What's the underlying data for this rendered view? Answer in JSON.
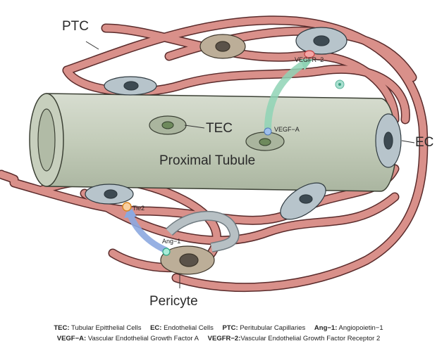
{
  "labels": {
    "ptc": "PTC",
    "tec": "TEC",
    "ec": "EC",
    "proximal_tubule": "Proximal Tubule",
    "pericyte": "Pericyte",
    "vegfr2": "VEGFR−2",
    "vegfa": "VEGF−A",
    "tie2": "Tie2",
    "ang1": "Ang−1"
  },
  "legend": {
    "line1": [
      {
        "abbr": "TEC:",
        "text": "Tubular Epitthelial Cells"
      },
      {
        "abbr": "EC:",
        "text": "Endothelial Cells"
      },
      {
        "abbr": "PTC:",
        "text": "Peritubular Capillaries"
      },
      {
        "abbr": "Ang−1:",
        "text": "Angiopoietin−1"
      }
    ],
    "line2": [
      {
        "abbr": "VEGF−A:",
        "text": "Vascular Endothelial Growth Factor A"
      },
      {
        "abbr": "VEGFR−2:",
        "text": "Vascular Endothelial Growth  Factor Receptor 2"
      }
    ]
  },
  "colors": {
    "capillary": "#d9908a",
    "capillary_edge": "#5a2b2b",
    "tubule": "#c9d2c0",
    "ec_cell": "#b7c4cb",
    "pericyte": "#bcae98",
    "vegf_arrow": "#8fd3b5",
    "ang_arrow": "#8ca8e0"
  }
}
